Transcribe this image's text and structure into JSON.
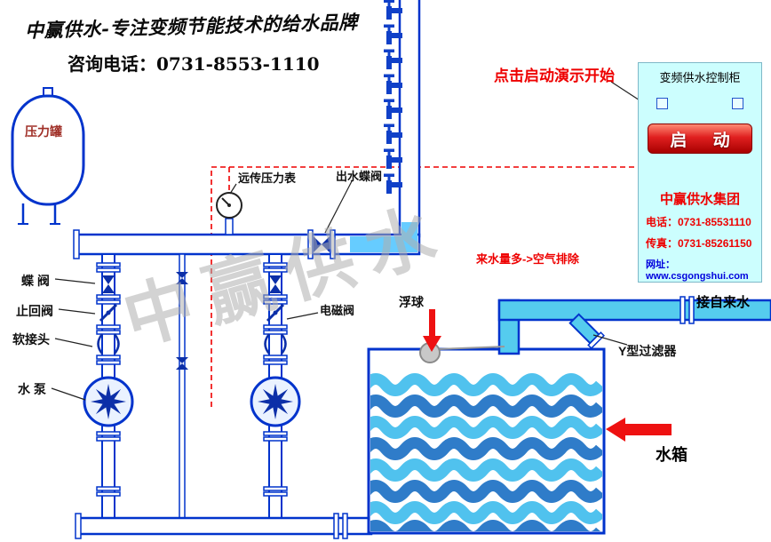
{
  "header": {
    "title": "中赢供水-专注变频节能技术的给水品牌",
    "phone": "咨询电话：0731-8553-1110"
  },
  "cabinet": {
    "title": "变频供水控制柜",
    "start_button": "启 动",
    "company": "中赢供水集团",
    "tel": "电话：0731-85531110",
    "fax": "传真：0731-85261150",
    "web": "网址：www.csgongshui.com"
  },
  "annotations": {
    "click_start": "点击启动演示开始",
    "air_exhaust": "来水量多->空气排除"
  },
  "labels": {
    "pressure_tank": "压力罐",
    "butterfly_valve": "蝶 阀",
    "check_valve": "止回阀",
    "flex_joint": "软接头",
    "pump": "水 泵",
    "remote_gauge": "远传压力表",
    "outlet_valve": "出水蝶阀",
    "solenoid_valve": "电磁阀",
    "float_ball": "浮球",
    "tap_water": "接自来水",
    "y_strainer": "Y型过滤器",
    "water_tank": "水箱"
  },
  "watermark": "中赢供水",
  "colors": {
    "pipe_blue": "#0033CC",
    "water_cyan": "#55CCEE",
    "cabinet_bg": "#CCFEFE",
    "accent_red": "#EE0000",
    "button_red": "#CC0000"
  }
}
